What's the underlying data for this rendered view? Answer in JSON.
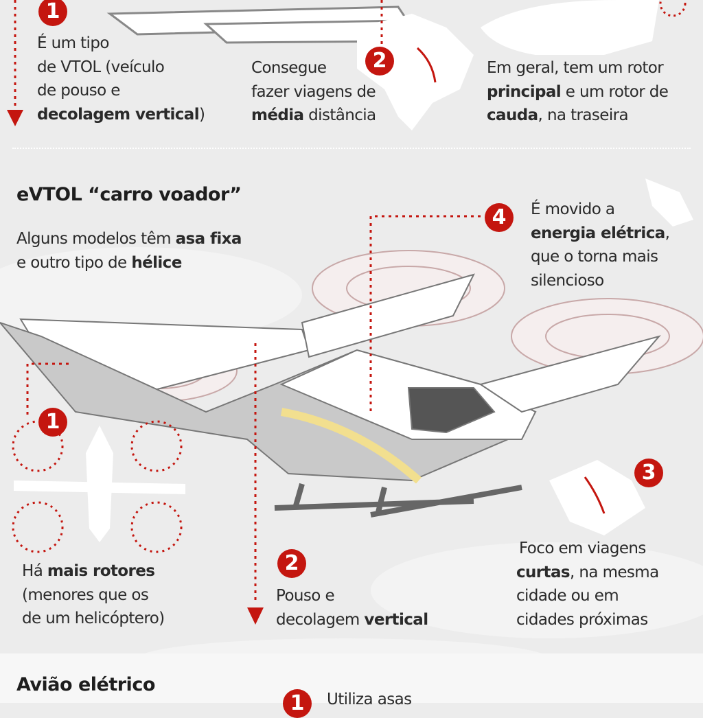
{
  "helicopter": {
    "badge1": "1",
    "point1": [
      "É um tipo",
      "de  VTOL (veículo",
      "de pouso e",
      "decolagem vertical",
      ")"
    ],
    "badge2": "2",
    "point2": [
      "Consegue",
      "fazer viagens de",
      "média",
      " distância"
    ],
    "point3": [
      "Em geral, tem um rotor",
      "principal",
      " e um rotor de",
      "cauda",
      ", na traseira"
    ]
  },
  "evtol": {
    "title": "eVTOL “carro voador”",
    "intro": [
      "Alguns modelos têm ",
      "asa fixa",
      "e outro tipo de ",
      "hélice"
    ],
    "badge1": "1",
    "point1": [
      "Há ",
      "mais rotores",
      "(menores que os",
      "de um helicóptero)"
    ],
    "badge2": "2",
    "point2": [
      "Pouso e",
      "decolagem ",
      "vertical"
    ],
    "badge3": "3",
    "point3": [
      "Foco em viagens",
      "curtas",
      ", na mesma",
      "cidade ou em",
      "cidades próximas"
    ],
    "badge4": "4",
    "point4": [
      "É movido a",
      "energia elétrica",
      ",",
      "que o torna mais",
      "silencioso"
    ]
  },
  "electric_plane": {
    "title": "Avião elétrico",
    "badge1": "1",
    "point1": "Utiliza asas"
  },
  "colors": {
    "accent": "#c4160f",
    "highlight": "#f2df8f",
    "background": "#ececec"
  }
}
